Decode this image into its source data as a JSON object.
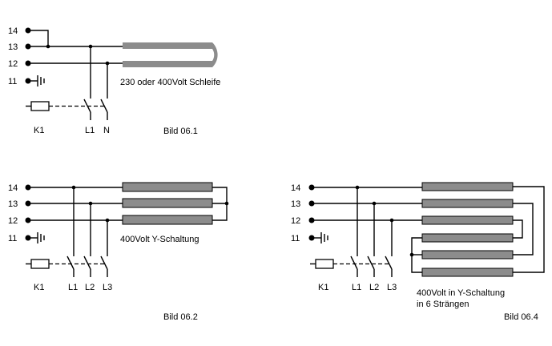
{
  "diagram1": {
    "terminals": [
      "14",
      "13",
      "12",
      "11"
    ],
    "relay": "K1",
    "switch_labels": [
      "L1",
      "N"
    ],
    "note": "230 oder 400Volt Schleife",
    "caption": "Bild 06.1"
  },
  "diagram2": {
    "terminals": [
      "14",
      "13",
      "12",
      "11"
    ],
    "relay": "K1",
    "switch_labels": [
      "L1",
      "L2",
      "L3"
    ],
    "note": "400Volt Y-Schaltung",
    "caption": "Bild 06.2"
  },
  "diagram3": {
    "terminals": [
      "14",
      "13",
      "12",
      "11"
    ],
    "relay": "K1",
    "switch_labels": [
      "L1",
      "L2",
      "L3"
    ],
    "note_line1": "400Volt in Y-Schaltung",
    "note_line2": "in 6 Strängen",
    "caption": "Bild 06.4"
  },
  "colors": {
    "line": "#000000",
    "heater": "#8c8c8c",
    "background": "#ffffff"
  }
}
